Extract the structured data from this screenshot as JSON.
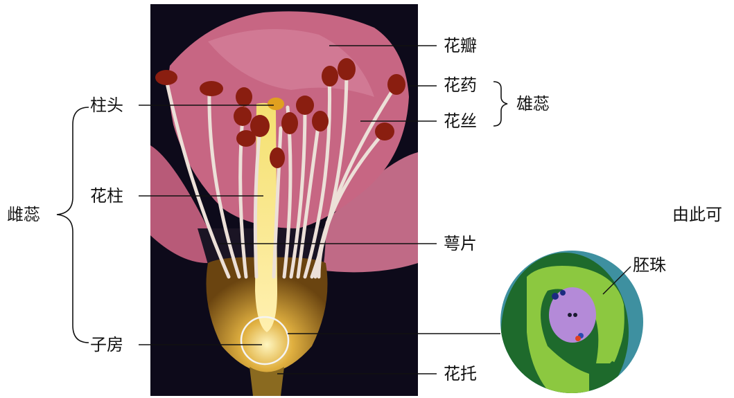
{
  "labels": {
    "petal": "花瓣",
    "anther": "花药",
    "filament": "花丝",
    "stamen": "雄蕊",
    "stigma": "柱头",
    "style": "花柱",
    "pistil": "雌蕊",
    "sepal": "萼片",
    "ovary": "子房",
    "receptacle": "花托",
    "ovule": "胚珠"
  },
  "side_text": "由此可",
  "colors": {
    "photo_bg": "#0d0a1a",
    "petal": "#c0607a",
    "anther": "#8a1e10",
    "filament": "#ece0d8",
    "ovary": "#c08a20",
    "ovule_outer": "#3e90a0",
    "ovule_mid": "#1e6a2c",
    "ovule_light": "#8cc840",
    "embryo_sac": "#b48ad8"
  }
}
